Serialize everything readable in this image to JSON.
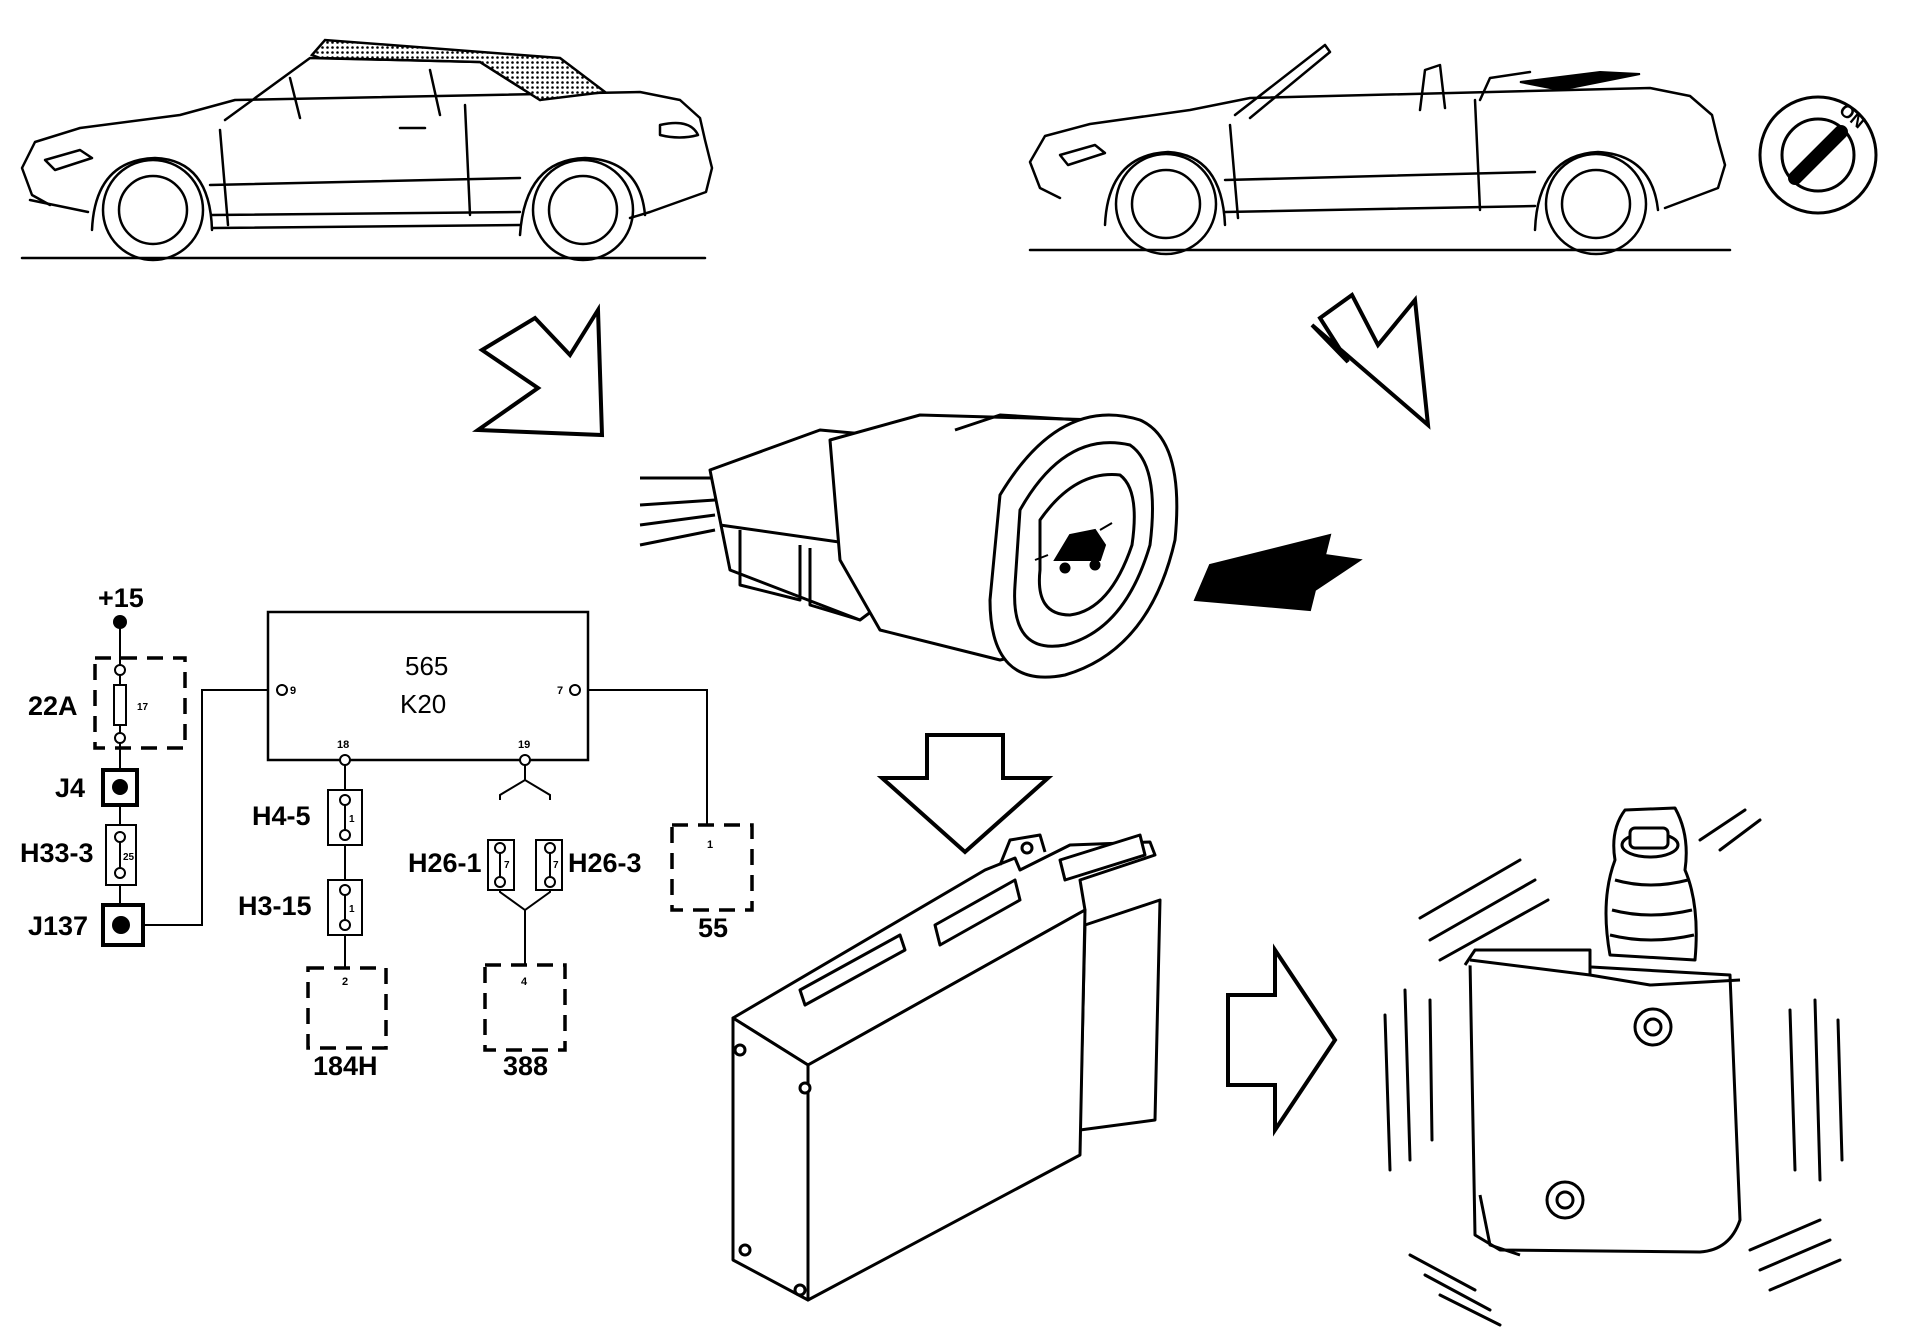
{
  "ignition": {
    "on_label": "ON"
  },
  "schematic": {
    "supply": "+15",
    "fuse": {
      "name": "22A",
      "number": "17"
    },
    "connectors": {
      "j4": "J4",
      "h33": {
        "name": "H33-3",
        "pin": "25"
      },
      "j137": "J137",
      "h4": {
        "name": "H4-5",
        "pin": "1"
      },
      "h3": {
        "name": "H3-15",
        "pin": "1"
      },
      "h26_1": {
        "name": "H26-1",
        "pin": "7"
      },
      "h26_3": {
        "name": "H26-3",
        "pin": "7"
      }
    },
    "control_unit": {
      "number": "565",
      "code": "K20",
      "pins": {
        "left": "9",
        "right": "7",
        "bottom_left": "18",
        "bottom_right": "19"
      }
    },
    "ground_points": [
      {
        "name": "55",
        "pin": "1"
      },
      {
        "name": "184H",
        "pin": "2"
      },
      {
        "name": "388",
        "pin": "4"
      }
    ]
  }
}
